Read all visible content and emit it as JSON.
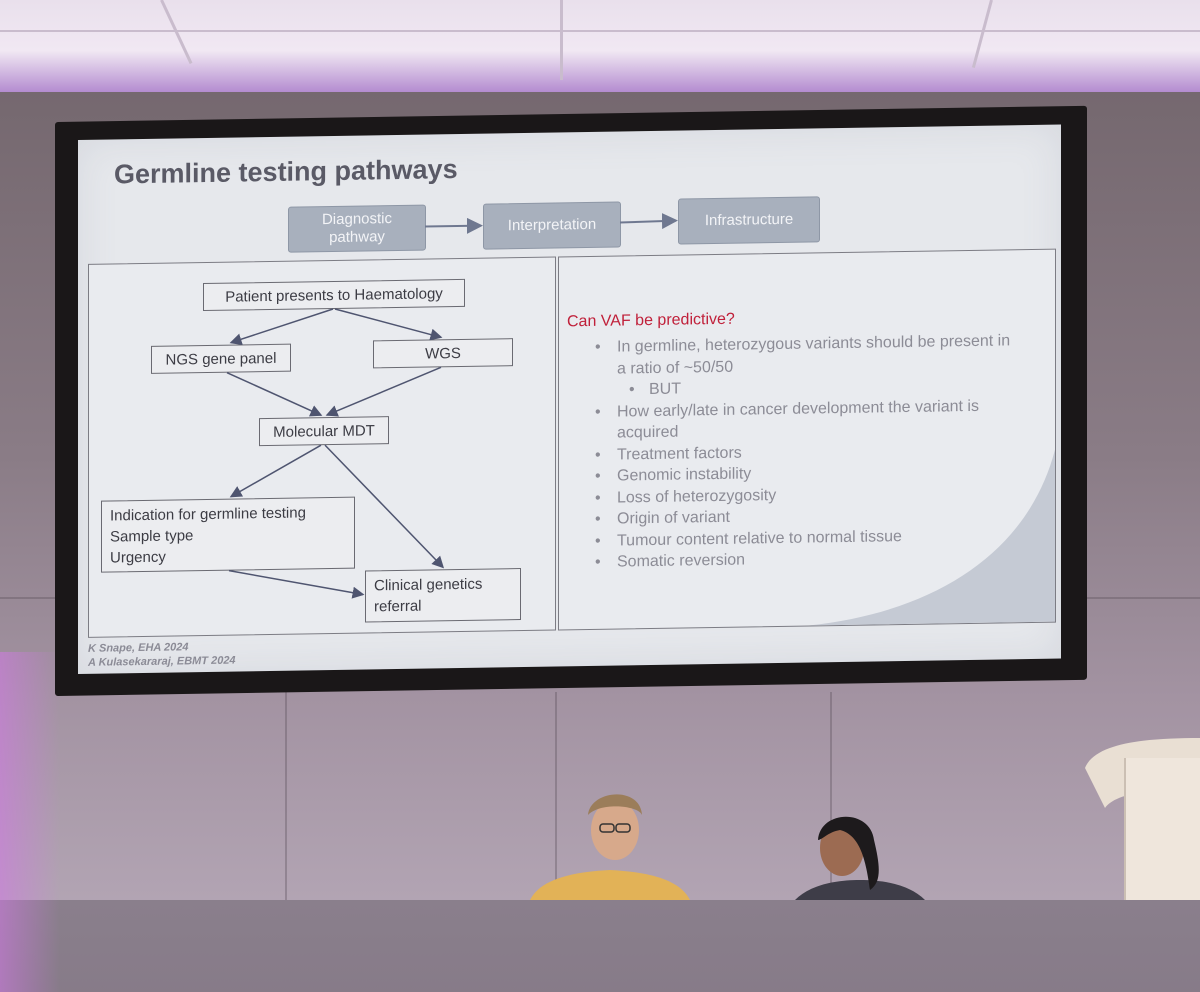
{
  "slide": {
    "title": "Germline testing pathways",
    "pathway_steps": [
      "Diagnostic pathway",
      "Interpretation",
      "Infrastructure"
    ],
    "flowchart": {
      "start": "Patient presents to Haematology",
      "branch_left": "NGS gene panel",
      "branch_right": "WGS",
      "merge": "Molecular MDT",
      "indication_lines": [
        "Indication for germline testing",
        "Sample type",
        "Urgency"
      ],
      "referral_lines": [
        "Clinical genetics",
        "referral"
      ]
    },
    "vaf": {
      "question": "Can VAF be predictive?",
      "bullets": [
        "In germline, heterozygous variants should be present in a ratio of ~50/50",
        "BUT",
        "How early/late in cancer development the variant is acquired",
        "Treatment factors",
        "Genomic instability",
        "Loss of heterozygosity",
        "Origin of variant",
        "Tumour content relative to normal tissue",
        "Somatic reversion"
      ]
    },
    "references": [
      "K Snape, EHA 2024",
      "A Kulasekararaj, EBMT 2024"
    ]
  },
  "colors": {
    "title": "#5a5a66",
    "question": "#c0203a",
    "bullet_text": "#8c8c96",
    "pathway_box": "#a8b0bd",
    "screen_frame": "#1a1718",
    "ceiling_glow": "#b48cd0"
  }
}
